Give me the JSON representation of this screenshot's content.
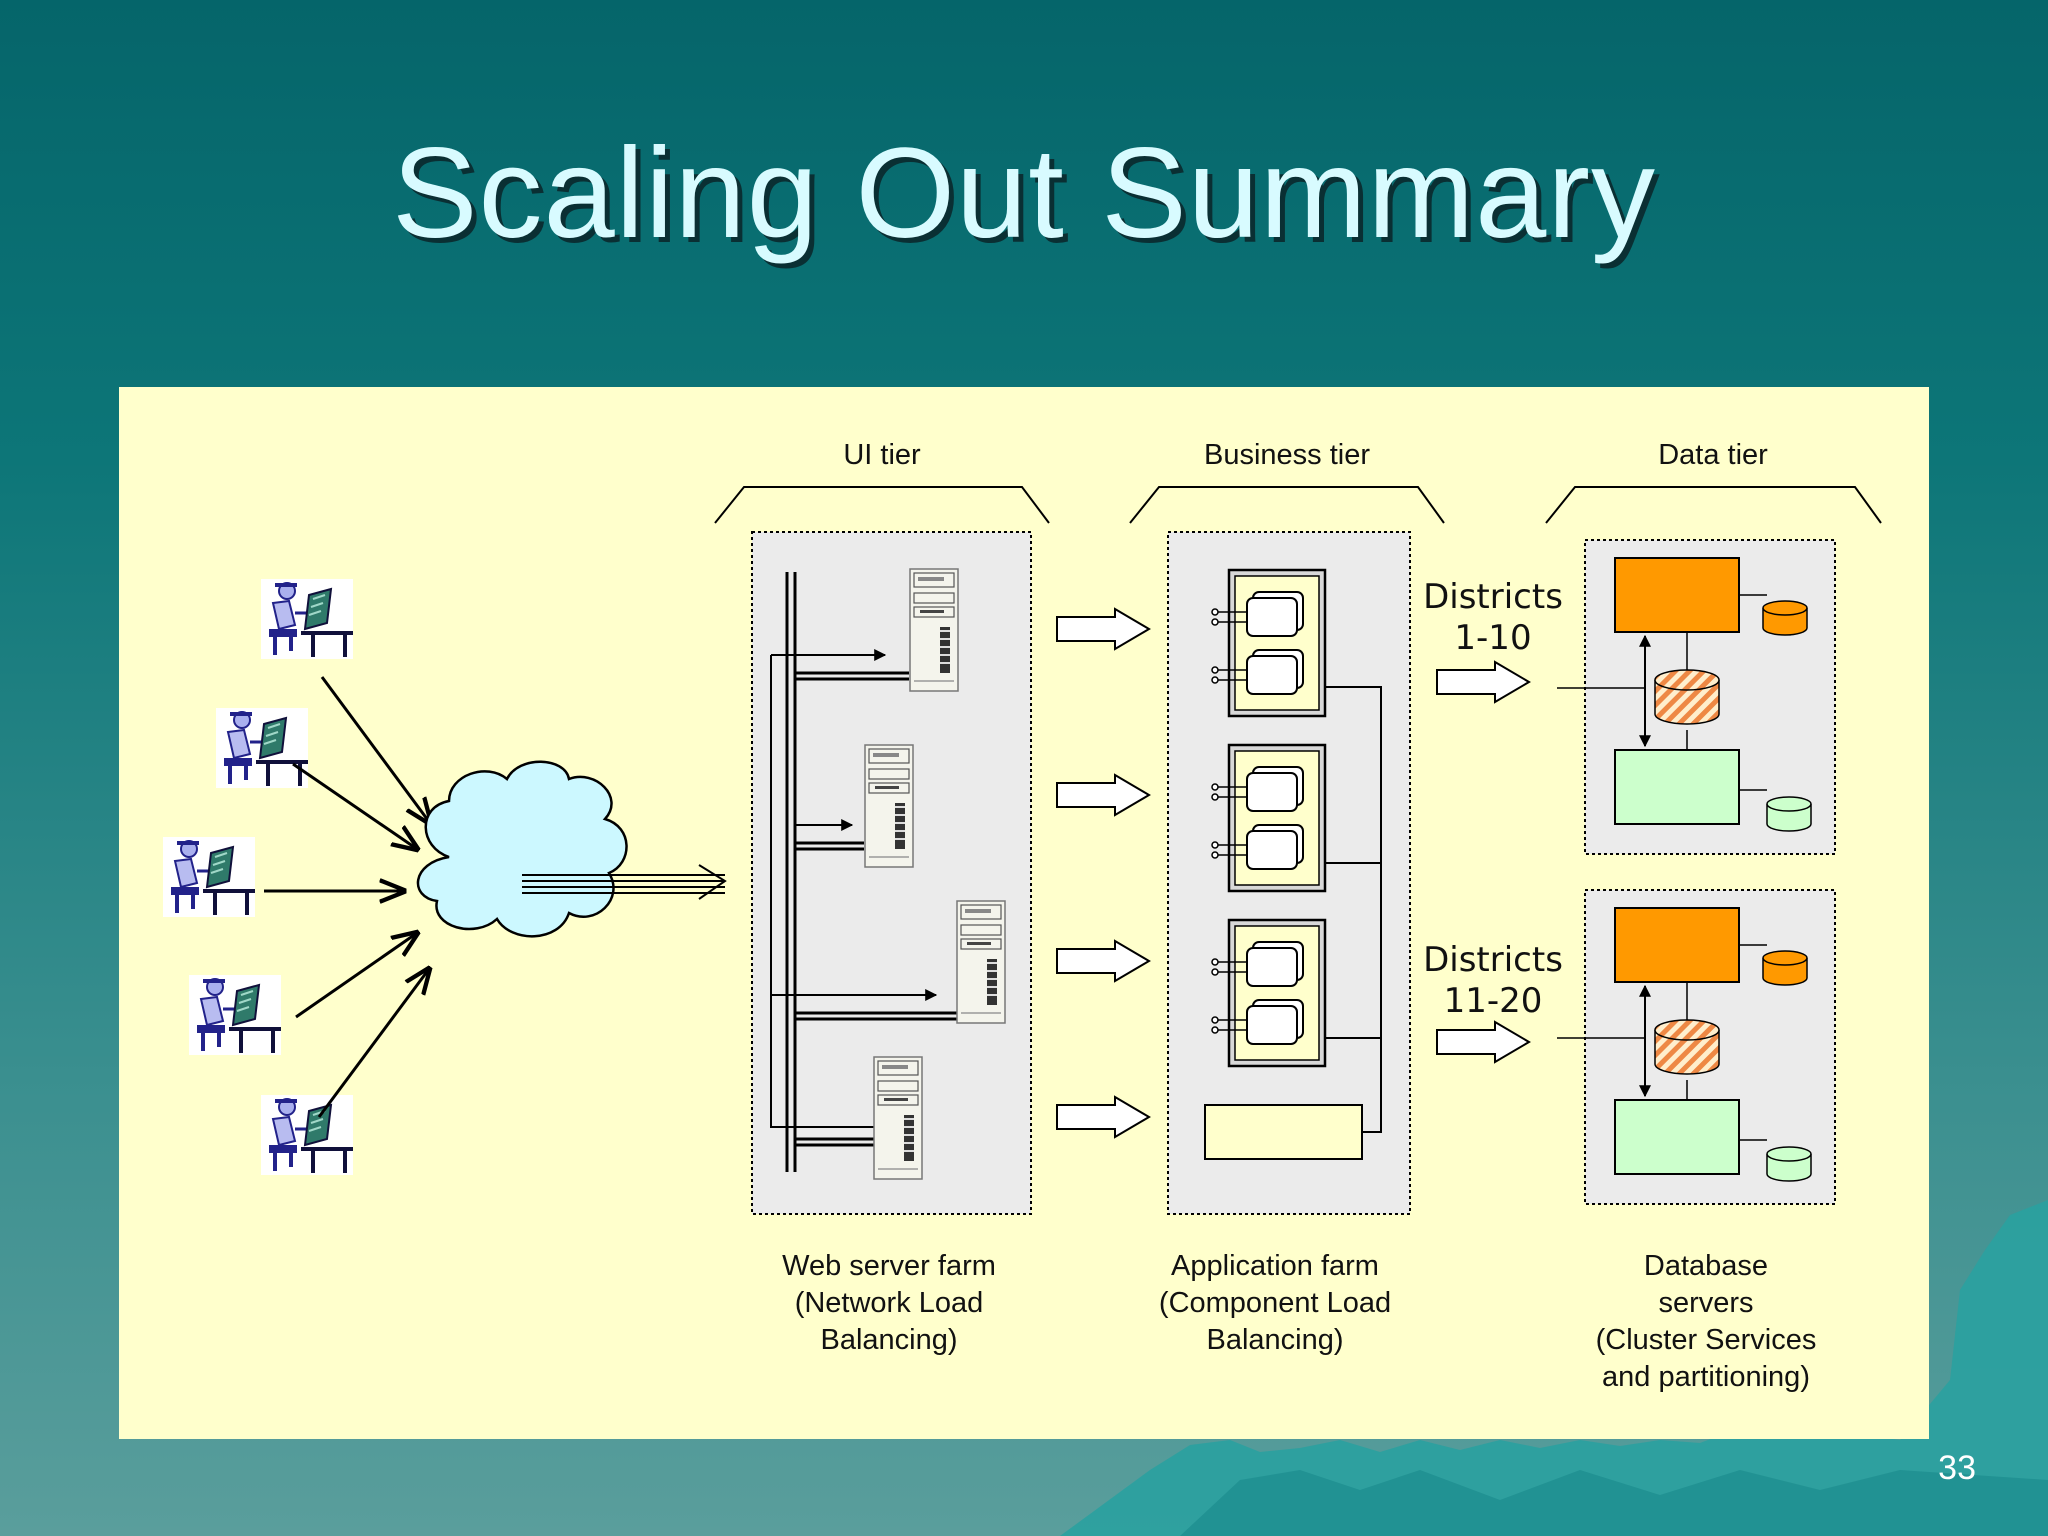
{
  "slide": {
    "title": "Scaling Out Summary",
    "page_number": "33"
  },
  "tiers": {
    "ui": "UI tier",
    "business": "Business tier",
    "data": "Data tier"
  },
  "captions": {
    "web_farm": "Web server farm\n(Network Load\nBalancing)",
    "app_farm": "Application farm\n(Component Load\nBalancing)",
    "db_servers": "Database servers\n(Cluster Services\nand partitioning)"
  },
  "districts": {
    "group1": "Districts\n1-10",
    "group2": "Districts\n11-20"
  },
  "colors": {
    "background": "#0d7678",
    "title": "#d8fbff",
    "panel": "#ffffcc",
    "farm_box": "#ebebeb",
    "cloud": "#ccf8ff",
    "db_orange": "#ff9900",
    "db_green": "#ccffcc",
    "client_figure": "#3333cc"
  },
  "icons": {
    "client": "workstation-user-icon",
    "network": "cloud-icon",
    "web_server": "tower-server-icon",
    "component": "com-component-icon",
    "database": "database-cylinder-icon"
  }
}
